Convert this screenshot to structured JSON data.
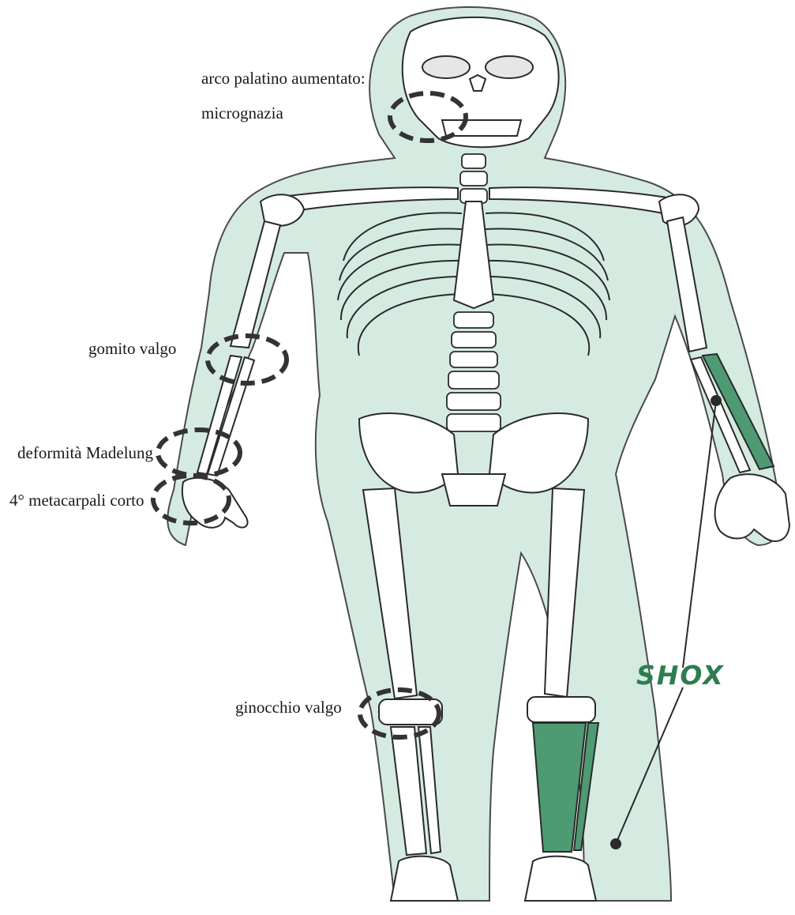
{
  "labels": {
    "palate": "arco palatino aumentato:",
    "micrognathia": "micrognazia",
    "elbow": "gomito valgo",
    "madelung": "deformità Madelung",
    "metacarpal": "4° metacarpali corto",
    "knee": "ginocchio valgo",
    "gene": "SHOX"
  },
  "colors": {
    "body_fill": "#d5ebe1",
    "bone_outline": "#2a2a2a",
    "highlight_bone": "#4d9a73",
    "gene_text": "#2e7d4f",
    "marker_ring": "#333333"
  }
}
